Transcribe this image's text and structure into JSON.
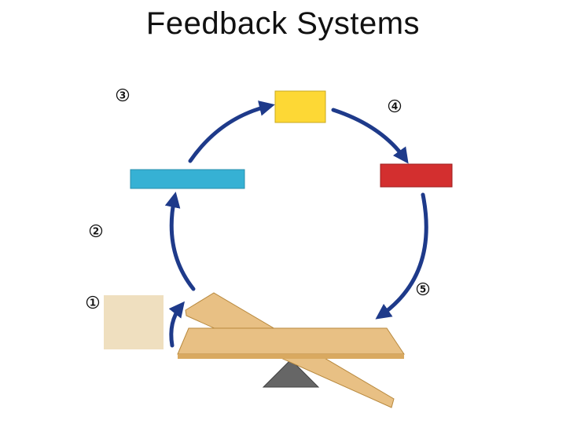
{
  "title": "Feedback Systems",
  "colors": {
    "arrow": "#1e3a8a",
    "box_top": "#fdd835",
    "box_right": "#d32f2f",
    "box_left": "#36b1d4",
    "box_stimulus": "#efdfbf",
    "seesaw_plank": "#e8c084",
    "fulcrum": "#666666"
  },
  "steps": {
    "s1": "1",
    "s2": "2",
    "s3": "3",
    "s4": "4",
    "s5": "5"
  }
}
